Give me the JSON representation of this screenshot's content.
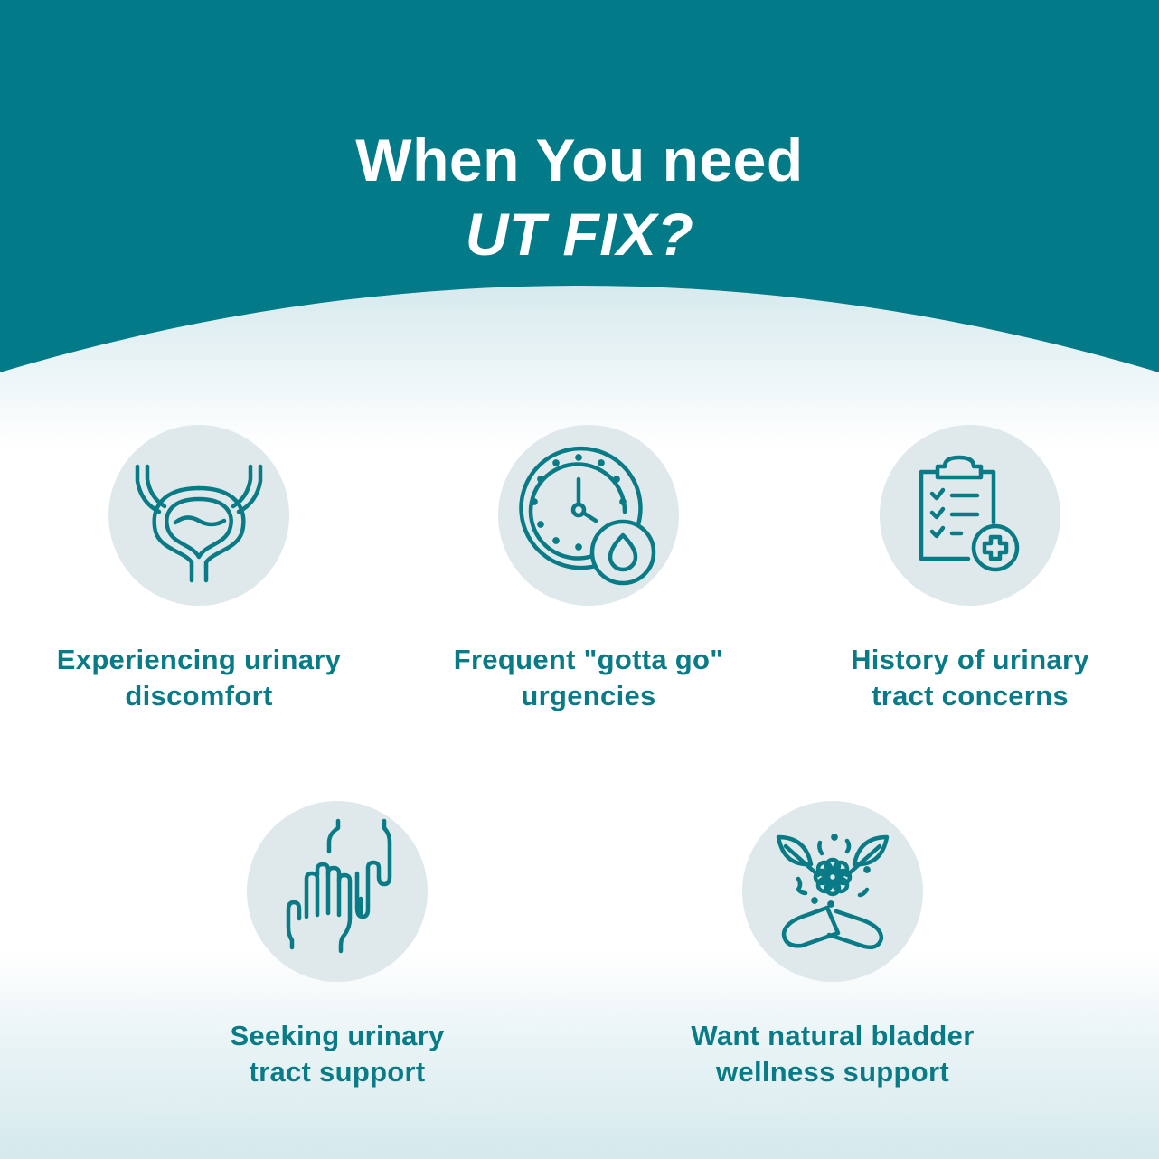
{
  "header": {
    "title_line1": "When You need",
    "title_line2": "UT FIX?"
  },
  "colors": {
    "header_bg": "#027A88",
    "accent_text": "#087B86",
    "icon_stroke": "#087B86",
    "icon_circle_bg": "#DFE9EB",
    "title_text": "#FFFFFF"
  },
  "items": [
    {
      "icon": "bladder-icon",
      "line1": "Experiencing urinary",
      "line2": "discomfort"
    },
    {
      "icon": "clock-droplet-icon",
      "line1": "Frequent \"gotta go\"",
      "line2": "urgencies"
    },
    {
      "icon": "clipboard-medical-icon",
      "line1": "History of urinary",
      "line2": "tract concerns"
    },
    {
      "icon": "hands-support-icon",
      "line1": "Seeking urinary",
      "line2": "tract support"
    },
    {
      "icon": "herbal-capsule-icon",
      "line1": "Want natural bladder",
      "line2": "wellness support"
    }
  ]
}
